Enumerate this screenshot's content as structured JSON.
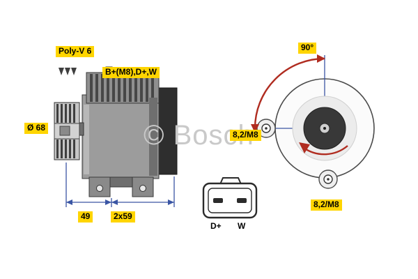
{
  "watermark": {
    "text": "© Bosch",
    "color": "#c9c9c9"
  },
  "side_view": {
    "belt_type_label": "Poly-V 6",
    "terminals_label": "B+(M8),D+,W",
    "pulley_diameter_label": "Ø 68",
    "dimensions": {
      "pulley_width": "49",
      "mount_spacing": "2x59"
    }
  },
  "rear_view": {
    "mount_angle_label": "90°",
    "mount_hole_left_label": "8,2/M8",
    "mount_hole_bottom_label": "8,2/M8"
  },
  "connector": {
    "pin_left_label": "D+",
    "pin_right_label": "W"
  },
  "colors": {
    "highlight_yellow": "#ffd500",
    "dimension_blue": "#3a55a4",
    "arrow_red": "#b02c20",
    "body_gray": "#9c9c9c",
    "dark_gray": "#2e2e2e",
    "watermark_gray": "#c9c9c9"
  }
}
